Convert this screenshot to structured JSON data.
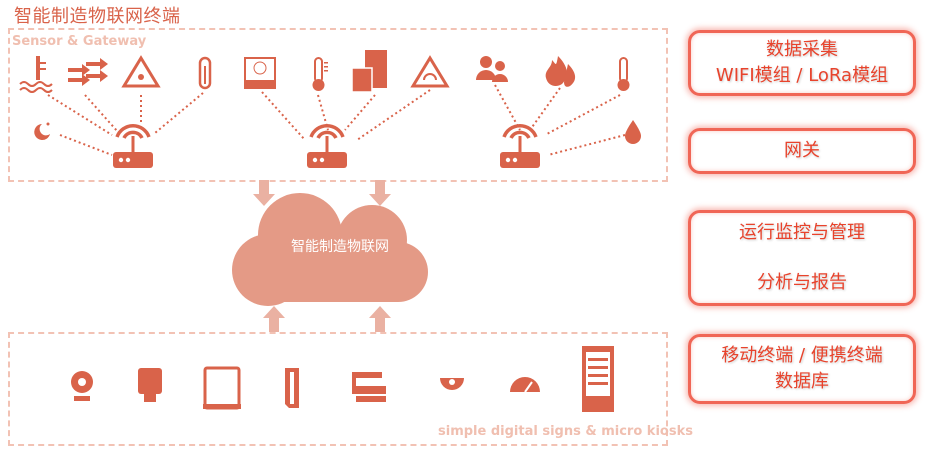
{
  "title": "智能制造物联网终端",
  "sensor_zone": {
    "label": "Sensor & Gateway"
  },
  "device_zone": {
    "label": "simple digital signs & micro kiosks"
  },
  "cloud": {
    "label": "智能制造物联网"
  },
  "right_panel": [
    {
      "lines": [
        "数据采集",
        "WIFI模组 / LoRa模组"
      ]
    },
    {
      "lines": [
        "网关"
      ]
    },
    {
      "lines": [
        "运行监控与管理",
        "",
        "分析与报告"
      ]
    },
    {
      "lines": [
        "移动终端 / 便携终端",
        "数据库"
      ]
    }
  ],
  "colors": {
    "icon": "#d9634a",
    "cloud": "#e49a86",
    "dash": "#f2c2b4",
    "box_border": "#f06656",
    "box_text": "#e8432c"
  }
}
